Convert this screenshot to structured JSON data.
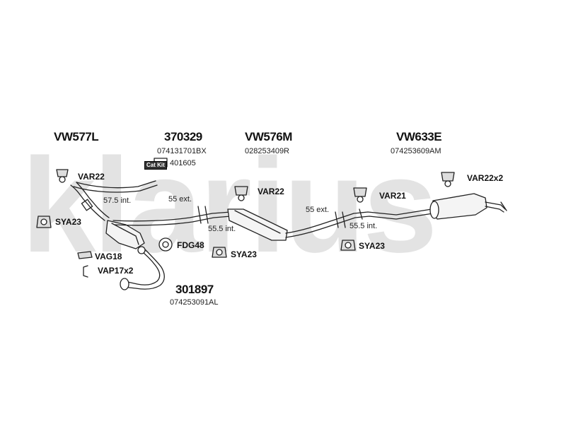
{
  "watermark": "klarius",
  "groups": [
    {
      "code": "VW577L"
    },
    {
      "code": "370329",
      "ref": "074131701BX",
      "cat_badge": "Cat Kit",
      "cat_number": "401605"
    },
    {
      "code": "VW576M",
      "ref": "028253409R"
    },
    {
      "code": "VW633E",
      "ref": "074253609AM"
    },
    {
      "code": "301897",
      "ref": "074253091AL"
    }
  ],
  "parts": {
    "var22_a": "VAR22",
    "var22_b": "VAR22",
    "var21": "VAR21",
    "var22x2": "VAR22x2",
    "sya23_a": "SYA23",
    "sya23_b": "SYA23",
    "sya23_c": "SYA23",
    "vag18": "VAG18",
    "vap17x2": "VAP17x2",
    "fdg48": "FDG48"
  },
  "dimensions": {
    "d1": "57.5 int.",
    "d2": "55 ext.",
    "d3": "55.5 int.",
    "d4": "55 ext.",
    "d5": "55.5 int."
  }
}
